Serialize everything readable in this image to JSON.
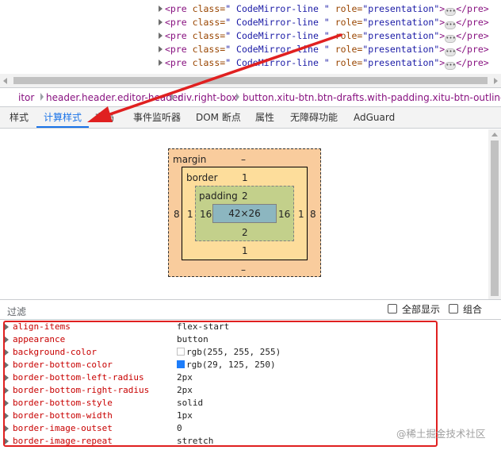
{
  "code_lines": [
    {
      "open": "<pre",
      "attr": "class=",
      "class_val": "\" CodeMirror-line \"",
      "role": "role=",
      "role_val": "\"presentation\"",
      "close": "</pre>"
    },
    {
      "open": "<pre",
      "attr": "class=",
      "class_val": "\" CodeMirror-line \"",
      "role": "role=",
      "role_val": "\"presentation\"",
      "close": "</pre>"
    },
    {
      "open": "<pre",
      "attr": "class=",
      "class_val": "\" CodeMirror-line \"",
      "role": "role=",
      "role_val": "\"presentation\"",
      "close": "</pre>"
    },
    {
      "open": "<pre",
      "attr": "class=",
      "class_val": "\" CodeMirror-line \"",
      "role": "role=",
      "role_val": "\"presentation\"",
      "close": "</pre>"
    },
    {
      "open": "<pre",
      "attr": "class=",
      "class_val": "\" CodeMirror-line \"",
      "role": "role=",
      "role_val": "\"presentation\"",
      "close": "</pre>"
    }
  ],
  "breadcrumb": [
    "itor",
    "header.header.editor-header",
    "div.right-box",
    "button.xitu-btn.btn-drafts.with-padding.xitu-btn-outline"
  ],
  "tabs": [
    "样式",
    "计算样式",
    "布局",
    "事件监听器",
    "DOM 断点",
    "属性",
    "无障碍功能",
    "AdGuard"
  ],
  "active_tab": "计算样式",
  "box_model": {
    "margin_label": "margin",
    "margin_top": "–",
    "margin_bottom": "–",
    "margin_left": "8",
    "margin_right": "8",
    "border_label": "border",
    "border_top": "1",
    "border_bottom": "1",
    "border_left": "1",
    "border_right": "1",
    "padding_label": "padding",
    "padding_top": "2",
    "padding_bottom": "2",
    "padding_left": "16",
    "padding_right": "16",
    "content": "42×26"
  },
  "filter": {
    "label": "过滤",
    "show_all": "全部显示",
    "group": "组合"
  },
  "properties": [
    {
      "name": "align-items",
      "value": "flex-start"
    },
    {
      "name": "appearance",
      "value": "button"
    },
    {
      "name": "background-color",
      "value": "rgb(255, 255, 255)",
      "swatch": "#ffffff"
    },
    {
      "name": "border-bottom-color",
      "value": "rgb(29, 125, 250)",
      "swatch": "#1d7dfa"
    },
    {
      "name": "border-bottom-left-radius",
      "value": "2px"
    },
    {
      "name": "border-bottom-right-radius",
      "value": "2px"
    },
    {
      "name": "border-bottom-style",
      "value": "solid"
    },
    {
      "name": "border-bottom-width",
      "value": "1px"
    },
    {
      "name": "border-image-outset",
      "value": "0"
    },
    {
      "name": "border-image-repeat",
      "value": "stretch"
    }
  ],
  "watermark": "@稀土掘金技术社区",
  "colors": {
    "accent": "#1a73e8",
    "annotation_red": "#e02020",
    "margin_fill": "#f9cc9d",
    "border_fill": "#fddd9b",
    "padding_fill": "#c3d08b",
    "content_fill": "#8cb6c0"
  }
}
